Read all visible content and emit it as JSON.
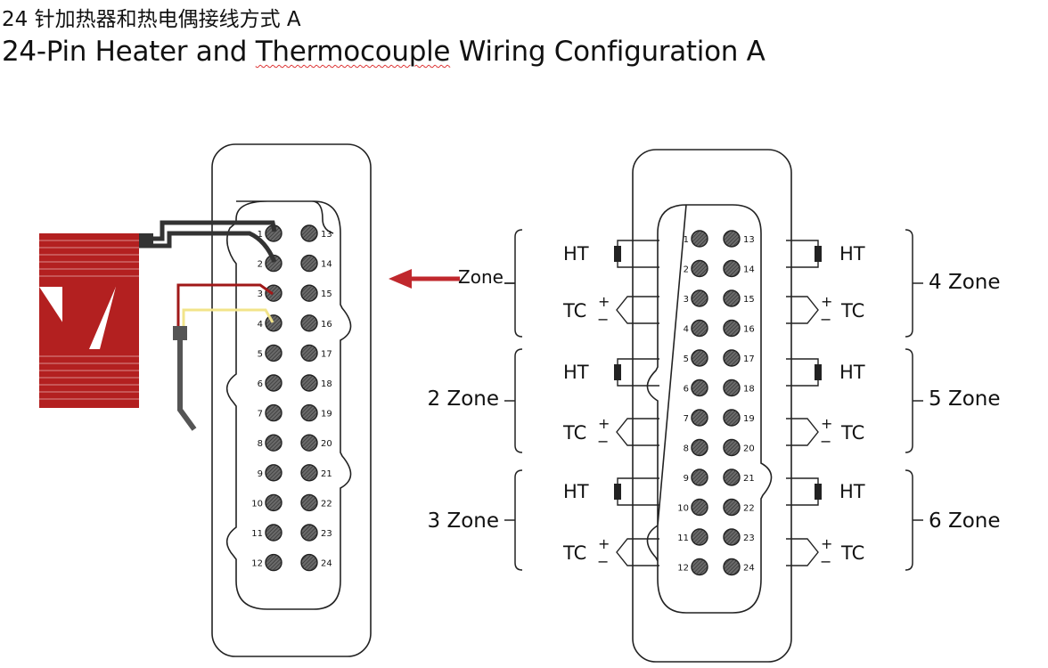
{
  "title_cn": "24 针加热器和热电偶接线方式 A",
  "title_en": {
    "part1": "24-Pin Heater and ",
    "part2": "Thermocouple",
    "part3": " Wiring Configuration A"
  },
  "pins_left_column": [
    "1",
    "2",
    "3",
    "4",
    "5",
    "6",
    "7",
    "8",
    "9",
    "10",
    "11",
    "12"
  ],
  "pins_right_column": [
    "13",
    "14",
    "15",
    "16",
    "17",
    "18",
    "19",
    "20",
    "21",
    "22",
    "23",
    "24"
  ],
  "arrow_label": "Zone",
  "zone_labels_left": [
    "2 Zone",
    "3 Zone"
  ],
  "zone_labels_right": [
    "4 Zone",
    "5 Zone",
    "6 Zone"
  ],
  "ht_label": "HT",
  "tc_label": "TC",
  "plus_sign": "+",
  "minus_sign": "−",
  "colors": {
    "heater_red": "#b32020",
    "wire_dark": "#333333",
    "wire_red": "#a01818",
    "wire_yellow": "#f2e48a",
    "arrow": "#c0282d",
    "pin_fill": "#555555"
  }
}
